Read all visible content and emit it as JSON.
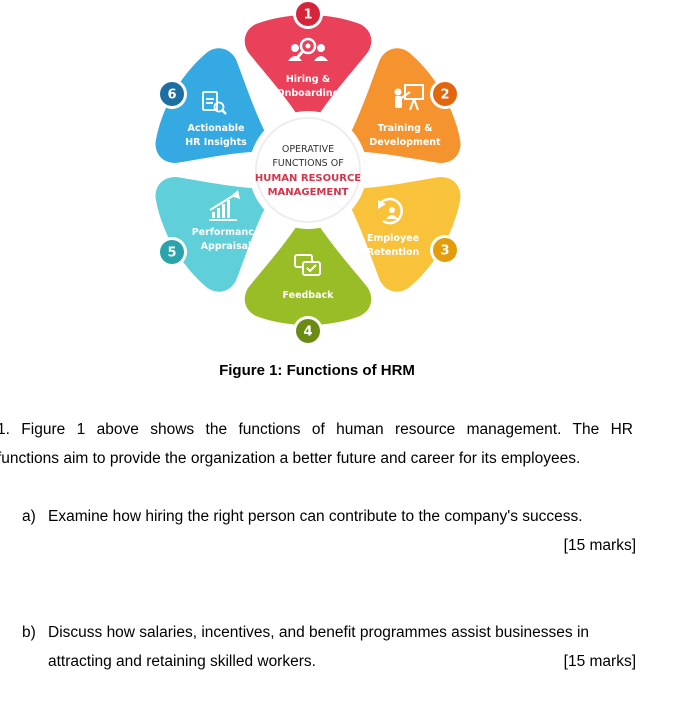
{
  "diagram": {
    "center": {
      "line1": "OPERATIVE",
      "line2": "FUNCTIONS OF",
      "line3": "HUMAN RESOURCE",
      "line4": "MANAGEMENT"
    },
    "petals": [
      {
        "number": "1",
        "label_line1": "Hiring &",
        "label_line2": "Onboarding",
        "icon": "people-search-icon",
        "color": "#e84159"
      },
      {
        "number": "2",
        "label_line1": "Training &",
        "label_line2": "Development",
        "icon": "presentation-icon",
        "color": "#f5942e"
      },
      {
        "number": "3",
        "label_line1": "Employee",
        "label_line2": "Retention",
        "icon": "retention-cycle-icon",
        "color": "#f8c33b"
      },
      {
        "number": "4",
        "label_line1": "Feedback",
        "label_line2": "",
        "icon": "chat-check-icon",
        "color": "#99bd26"
      },
      {
        "number": "5",
        "label_line1": "Performance",
        "label_line2": "Appraisal",
        "icon": "growth-chart-icon",
        "color": "#5fcfd9"
      },
      {
        "number": "6",
        "label_line1": "Actionable",
        "label_line2": "HR Insights",
        "icon": "report-analysis-icon",
        "color": "#35a9e2"
      }
    ],
    "badge_colors": [
      "#d5253a",
      "#e2660e",
      "#e29c0c",
      "#6b8c14",
      "#2aa3ad",
      "#1d6ea3"
    ]
  },
  "caption": "Figure 1: Functions of HRM",
  "question1": {
    "line1": "1. Figure 1 above shows the functions of human resource management. The HR",
    "line2": "functions aim to provide the organization a better future and career for its employees."
  },
  "part_a": {
    "letter": "a)",
    "text": "Examine how hiring the right person can contribute to the company's success.",
    "marks": "[15 marks]"
  },
  "part_b": {
    "letter": "b)",
    "line1": "Discuss how salaries, incentives, and benefit programmes assist businesses in",
    "line2": "attracting and retaining skilled workers.",
    "marks": "[15 marks]"
  }
}
